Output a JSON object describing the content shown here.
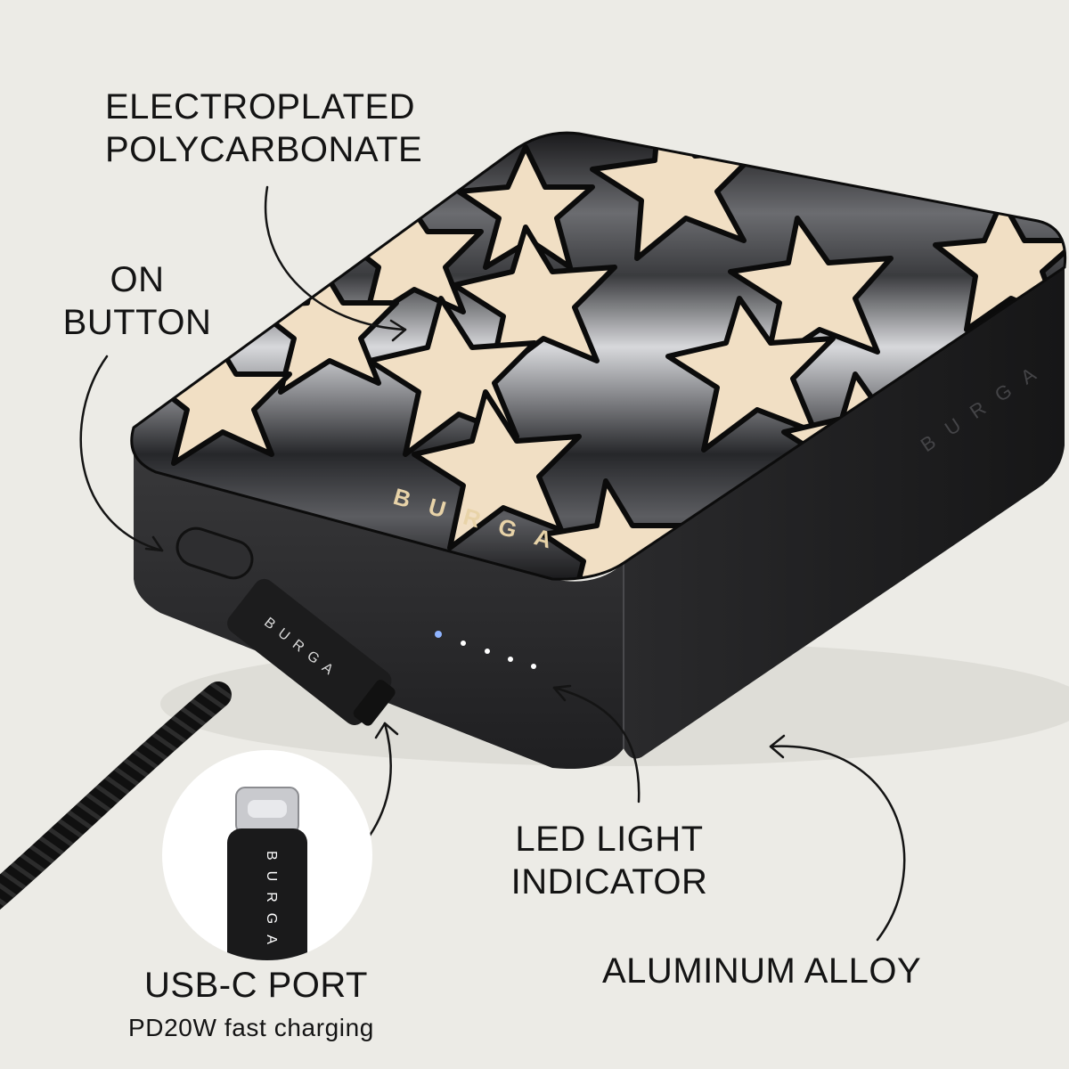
{
  "brand": "BURGA",
  "callouts": {
    "polycarbonate": {
      "line1": "ELECTROPLATED",
      "line2": "POLYCARBONATE"
    },
    "on_button": {
      "line1": "ON",
      "line2": "BUTTON"
    },
    "led": {
      "line1": "LED LIGHT",
      "line2": "INDICATOR"
    },
    "aluminum": {
      "line1": "ALUMINUM ALLOY"
    },
    "usb": {
      "title": "USB-C PORT",
      "subtitle": "PD20W fast charging"
    }
  },
  "colors": {
    "background": "#ecebe6",
    "body": "#2b2b2d",
    "star": "#f1dfc4",
    "text": "#141414",
    "led": "#8fb4ff"
  }
}
